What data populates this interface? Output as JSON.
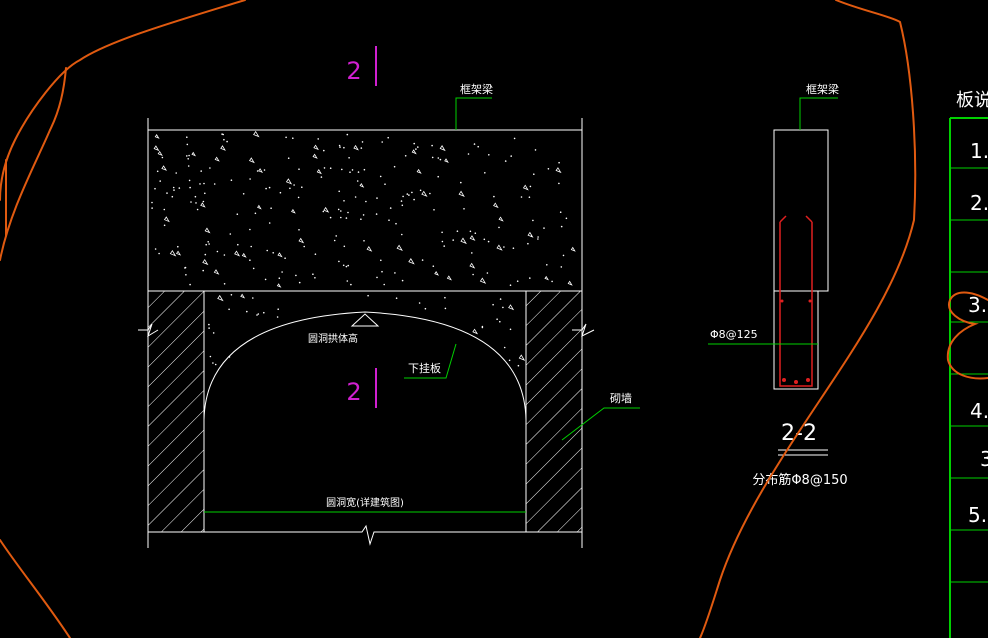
{
  "colors": {
    "background": "#000000",
    "line_white": "#ffffff",
    "leader_green": "#00d000",
    "section_magenta": "#d020d0",
    "rebar_red": "#e02020",
    "annotation_orange": "#e05a10"
  },
  "drawing": {
    "section_mark_top": "2",
    "section_mark_mid": "2",
    "label_frame_beam_left": "框架梁",
    "label_frame_beam_right": "框架梁",
    "label_arch_dim": "圆洞拱体高",
    "label_hanging_plate": "下挂板",
    "label_masonry_wall": "砌墙",
    "label_opening_width": "圆洞宽(详建筑图)",
    "label_rebar_spacing": "Φ8@125",
    "section_title": "2-2",
    "label_distribution_bar": "分布筋Φ8@150"
  },
  "side_table": {
    "header": "板说明",
    "items": [
      "1.",
      "2.",
      "3.",
      "4.",
      "3",
      "5."
    ]
  }
}
